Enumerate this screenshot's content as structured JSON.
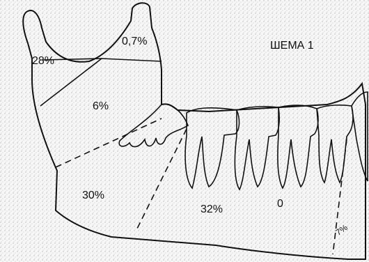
{
  "diagram": {
    "title": "ШЕМА 1",
    "regions": {
      "condyle": "28%",
      "coronoid": "0,7%",
      "ramus_middle": "6%",
      "angle": "30%",
      "body": "32%",
      "teeth": "0",
      "symphysis": "7%"
    },
    "colors": {
      "line": "#111111",
      "background": "#f7f7f7"
    }
  }
}
